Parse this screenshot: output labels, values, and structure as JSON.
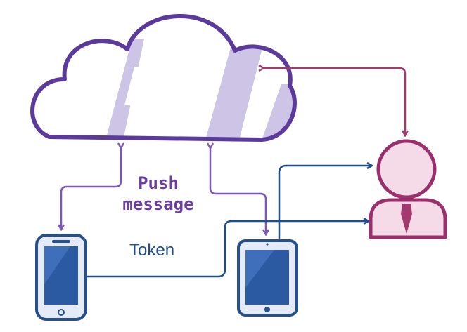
{
  "labels": {
    "push_line1": "Push",
    "push_line2": "message",
    "token": "Token"
  },
  "colors": {
    "cloud_outline": "#5b3a9c",
    "cloud_shade": "#cdc4e6",
    "purple_arrow": "#7d57b8",
    "magenta_arrow": "#a33a6e",
    "blue_arrow": "#1f4e8c",
    "user_outline": "#9b2f6e",
    "user_fill": "#f4dbe7",
    "device_body": "#e4ebf7",
    "device_outline": "#274f8c",
    "device_screen": "#2b5aa3"
  },
  "icons": {
    "cloud": "cloud-icon",
    "user": "user-icon",
    "phone": "smartphone-icon",
    "tablet": "tablet-icon"
  }
}
